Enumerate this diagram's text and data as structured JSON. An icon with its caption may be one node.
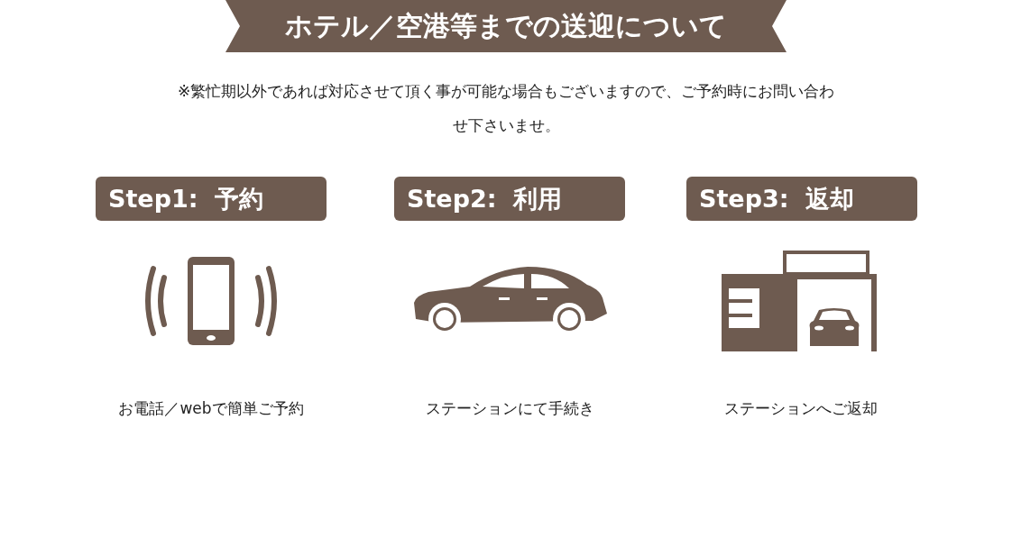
{
  "diagram": {
    "title": "ホテル／空港等までの送迎について",
    "nodes": [
      {
        "text": [
          "Step1:  予約"
        ]
      },
      {
        "text": [
          "Step2:  利用"
        ]
      },
      {
        "text": [
          "Step3:  返却"
        ]
      }
    ],
    "labels": [
      "※繁忙期以外であれば対応させて頂く事が可能な場合もございますので、ご予約時にお問い合わせ下さいませ。",
      "お電話／webで簡単ご予約",
      "ステーションにて手続き",
      "ステーションへご返却"
    ]
  }
}
